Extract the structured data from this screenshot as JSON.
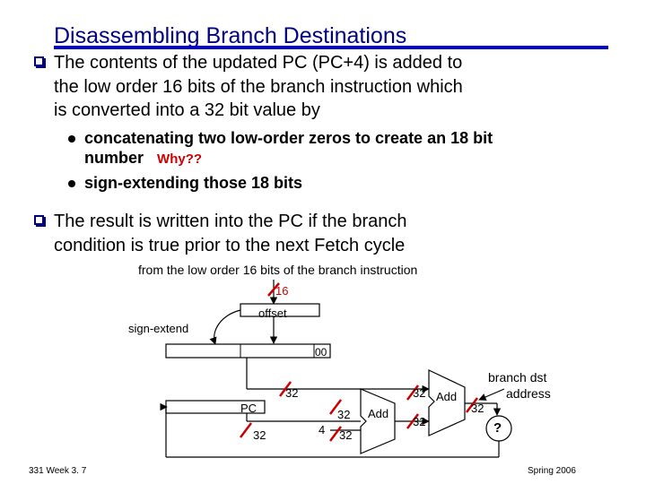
{
  "title": "Disassembling Branch Destinations",
  "bullets": [
    {
      "lines": [
        "The contents of the updated PC (PC+4) is added to",
        "the low order 16 bits of the branch instruction which",
        "is converted into a 32 bit value by"
      ]
    },
    {
      "lines": [
        "The result is written into the PC if the branch",
        "condition is true prior to the next Fetch cycle"
      ]
    }
  ],
  "sub_bullets": {
    "item1_line1": "concatenating two low-order zeros to create an 18 bit",
    "item1_line2": "number",
    "item1_why": "Why??",
    "item2": "sign-extending those 18 bits"
  },
  "diagram": {
    "caption": "from the low order 16 bits of the branch instruction",
    "width_16": "16",
    "offset": "offset",
    "sign_extend": "sign-extend",
    "zeros": "00",
    "pc": "PC",
    "width_32_a": "32",
    "width_32_b": "32",
    "width_32_c": "32",
    "width_32_d": "32",
    "width_32_e": "32",
    "width_32_f": "32",
    "width_32_g": "32",
    "four": "4",
    "add1": "Add",
    "add2": "Add",
    "branch_dst": "branch dst",
    "address": "address",
    "question": "?"
  },
  "footer": {
    "left": "331  Week 3. 7",
    "right": "Spring 2006"
  },
  "colors": {
    "title": "#000080",
    "accent": "#cc0000",
    "rule": "#0000cc"
  }
}
